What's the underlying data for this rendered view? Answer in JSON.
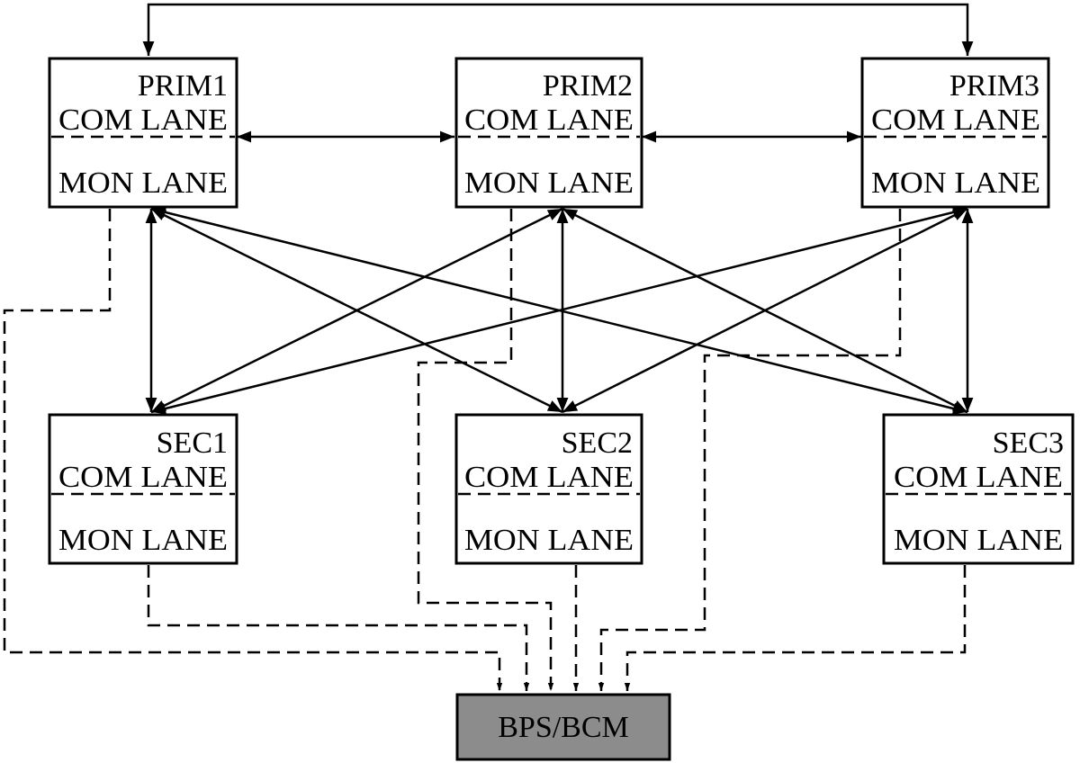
{
  "nodes": {
    "prim1": {
      "title": "PRIM1",
      "com": "COM LANE",
      "mon": "MON LANE"
    },
    "prim2": {
      "title": "PRIM2",
      "com": "COM LANE",
      "mon": "MON LANE"
    },
    "prim3": {
      "title": "PRIM3",
      "com": "COM LANE",
      "mon": "MON LANE"
    },
    "sec1": {
      "title": "SEC1",
      "com": "COM LANE",
      "mon": "MON LANE"
    },
    "sec2": {
      "title": "SEC2",
      "com": "COM LANE",
      "mon": "MON LANE"
    },
    "sec3": {
      "title": "SEC3",
      "com": "COM LANE",
      "mon": "MON LANE"
    },
    "bps": {
      "label": "BPS/BCM",
      "fill": "#8c8c8c"
    }
  },
  "edges": [
    {
      "from": "PRIM1",
      "to": "PRIM3",
      "style": "solid",
      "direction": "both"
    },
    {
      "from": "PRIM1",
      "to": "PRIM2",
      "style": "solid",
      "direction": "both"
    },
    {
      "from": "PRIM2",
      "to": "PRIM3",
      "style": "solid",
      "direction": "both"
    },
    {
      "from": "PRIM1",
      "to": "SEC1",
      "style": "solid",
      "direction": "both"
    },
    {
      "from": "PRIM1",
      "to": "SEC2",
      "style": "solid",
      "direction": "both"
    },
    {
      "from": "PRIM1",
      "to": "SEC3",
      "style": "solid",
      "direction": "both"
    },
    {
      "from": "PRIM2",
      "to": "SEC1",
      "style": "solid",
      "direction": "both"
    },
    {
      "from": "PRIM2",
      "to": "SEC2",
      "style": "solid",
      "direction": "both"
    },
    {
      "from": "PRIM2",
      "to": "SEC3",
      "style": "solid",
      "direction": "both"
    },
    {
      "from": "PRIM3",
      "to": "SEC1",
      "style": "solid",
      "direction": "both"
    },
    {
      "from": "PRIM3",
      "to": "SEC2",
      "style": "solid",
      "direction": "both"
    },
    {
      "from": "PRIM3",
      "to": "SEC3",
      "style": "solid",
      "direction": "both"
    },
    {
      "from": "PRIM1",
      "to": "BPS/BCM",
      "style": "dashed",
      "direction": "forward"
    },
    {
      "from": "SEC1",
      "to": "BPS/BCM",
      "style": "dashed",
      "direction": "forward"
    },
    {
      "from": "PRIM2",
      "to": "BPS/BCM",
      "style": "dashed",
      "direction": "forward"
    },
    {
      "from": "SEC2",
      "to": "BPS/BCM",
      "style": "dashed",
      "direction": "forward"
    },
    {
      "from": "PRIM3",
      "to": "BPS/BCM",
      "style": "dashed",
      "direction": "forward"
    },
    {
      "from": "SEC3",
      "to": "BPS/BCM",
      "style": "dashed",
      "direction": "forward"
    }
  ]
}
